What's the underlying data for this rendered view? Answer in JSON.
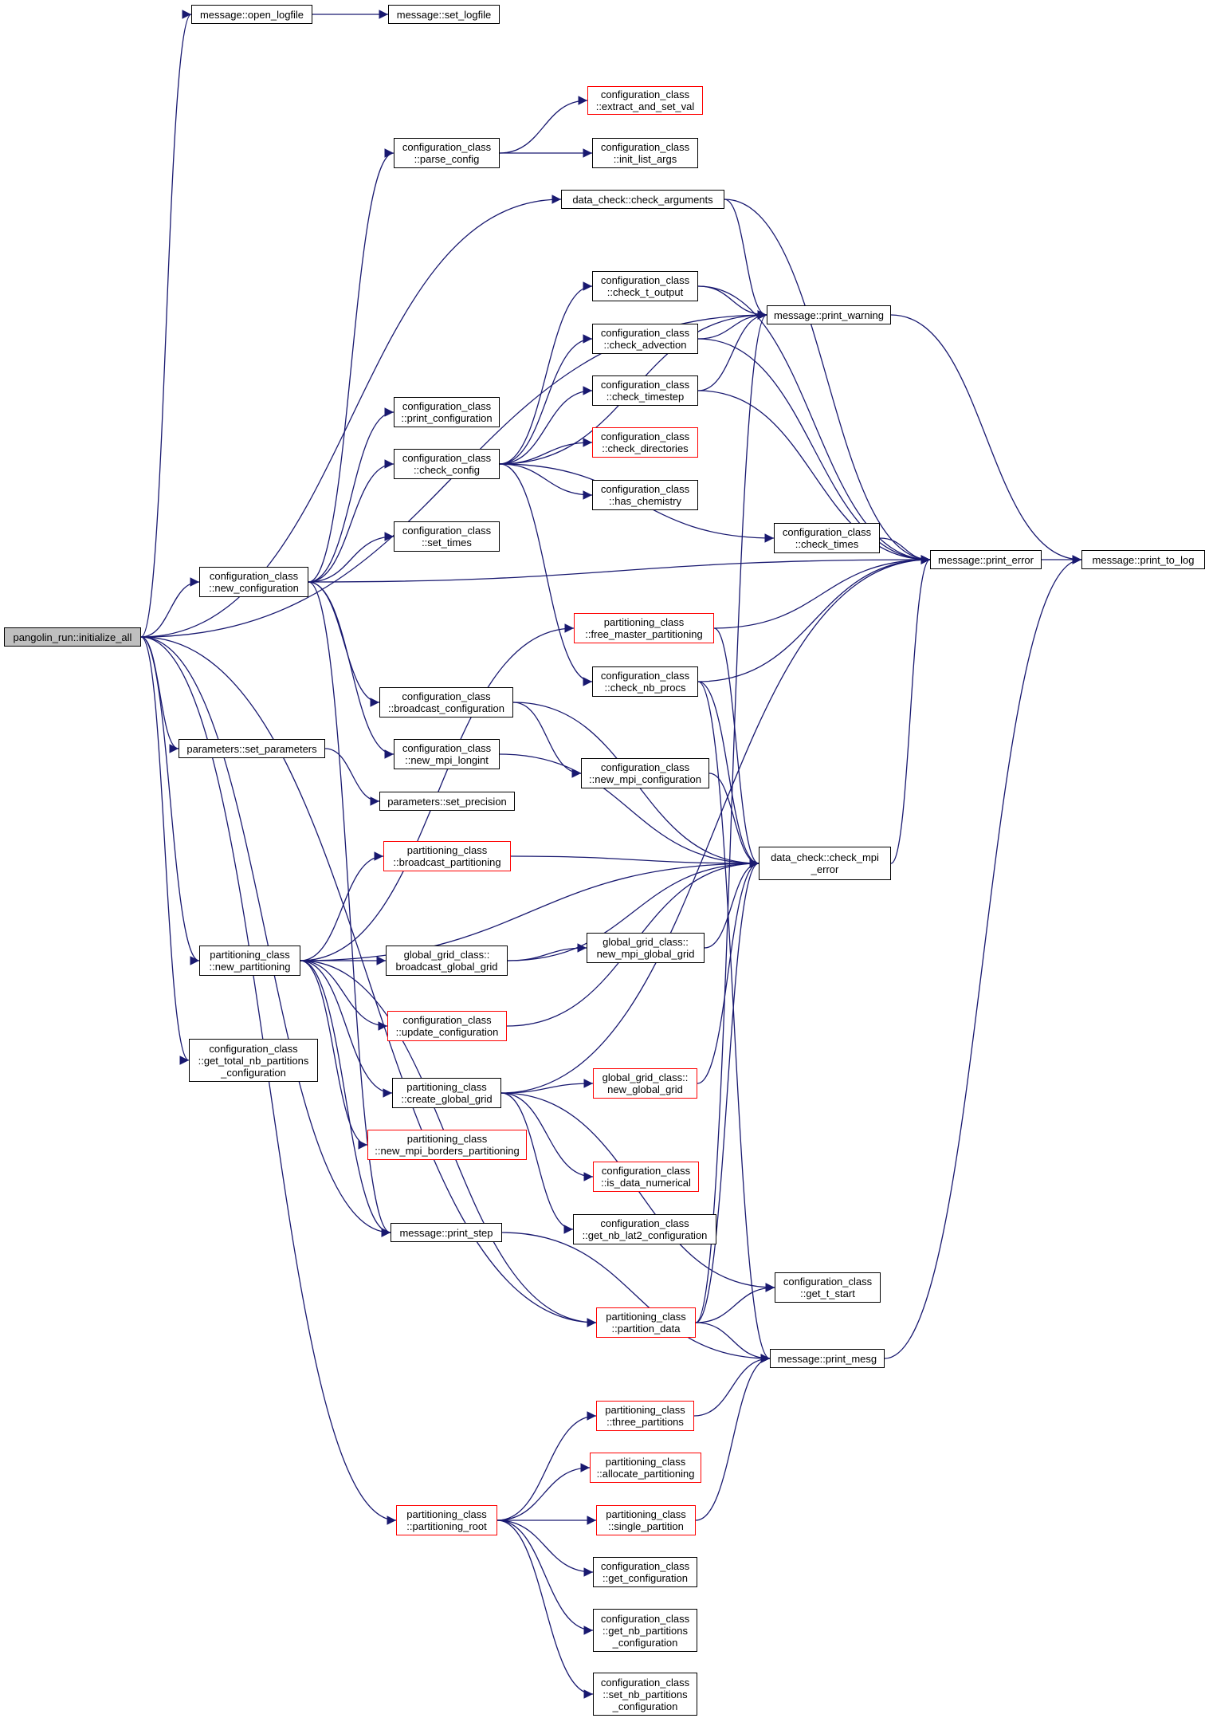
{
  "graph": {
    "colors": {
      "edge": "#191970",
      "node_border": "#000000",
      "incomplete_border": "#ff0000",
      "root_fill": "#bfbfbf"
    },
    "nodes": {
      "initialize_all": {
        "lines": [
          "pangolin_run::initialize_all"
        ],
        "style": "root"
      },
      "open_logfile": {
        "lines": [
          "message::open_logfile"
        ],
        "style": "normal"
      },
      "set_logfile": {
        "lines": [
          "message::set_logfile"
        ],
        "style": "normal"
      },
      "extract_and_set_val": {
        "lines": [
          "configuration_class",
          "::extract_and_set_val"
        ],
        "style": "incomplete"
      },
      "parse_config": {
        "lines": [
          "configuration_class",
          "::parse_config"
        ],
        "style": "normal"
      },
      "init_list_args": {
        "lines": [
          "configuration_class",
          "::init_list_args"
        ],
        "style": "normal"
      },
      "check_arguments": {
        "lines": [
          "data_check::check_arguments"
        ],
        "style": "normal"
      },
      "check_t_output": {
        "lines": [
          "configuration_class",
          "::check_t_output"
        ],
        "style": "normal"
      },
      "print_warning": {
        "lines": [
          "message::print_warning"
        ],
        "style": "normal"
      },
      "check_advection": {
        "lines": [
          "configuration_class",
          "::check_advection"
        ],
        "style": "normal"
      },
      "check_timestep": {
        "lines": [
          "configuration_class",
          "::check_timestep"
        ],
        "style": "normal"
      },
      "print_configuration": {
        "lines": [
          "configuration_class",
          "::print_configuration"
        ],
        "style": "normal"
      },
      "check_directories": {
        "lines": [
          "configuration_class",
          "::check_directories"
        ],
        "style": "incomplete"
      },
      "check_config": {
        "lines": [
          "configuration_class",
          "::check_config"
        ],
        "style": "normal"
      },
      "has_chemistry": {
        "lines": [
          "configuration_class",
          "::has_chemistry"
        ],
        "style": "normal"
      },
      "check_times": {
        "lines": [
          "configuration_class",
          "::check_times"
        ],
        "style": "normal"
      },
      "set_times": {
        "lines": [
          "configuration_class",
          "::set_times"
        ],
        "style": "normal"
      },
      "print_error": {
        "lines": [
          "message::print_error"
        ],
        "style": "normal"
      },
      "print_to_log": {
        "lines": [
          "message::print_to_log"
        ],
        "style": "normal"
      },
      "new_configuration": {
        "lines": [
          "configuration_class",
          "::new_configuration"
        ],
        "style": "normal"
      },
      "free_master_partitioning": {
        "lines": [
          "partitioning_class",
          "::free_master_partitioning"
        ],
        "style": "incomplete"
      },
      "check_nb_procs": {
        "lines": [
          "configuration_class",
          "::check_nb_procs"
        ],
        "style": "normal"
      },
      "broadcast_configuration": {
        "lines": [
          "configuration_class",
          "::broadcast_configuration"
        ],
        "style": "normal"
      },
      "set_parameters": {
        "lines": [
          "parameters::set_parameters"
        ],
        "style": "normal"
      },
      "new_mpi_longint": {
        "lines": [
          "configuration_class",
          "::new_mpi_longint"
        ],
        "style": "normal"
      },
      "new_mpi_configuration": {
        "lines": [
          "configuration_class",
          "::new_mpi_configuration"
        ],
        "style": "normal"
      },
      "set_precision": {
        "lines": [
          "parameters::set_precision"
        ],
        "style": "normal"
      },
      "broadcast_partitioning": {
        "lines": [
          "partitioning_class",
          "::broadcast_partitioning"
        ],
        "style": "incomplete"
      },
      "check_mpi_error": {
        "lines": [
          "data_check::check_mpi",
          "_error"
        ],
        "style": "normal"
      },
      "new_mpi_global_grid": {
        "lines": [
          "global_grid_class::",
          "new_mpi_global_grid"
        ],
        "style": "normal"
      },
      "new_partitioning": {
        "lines": [
          "partitioning_class",
          "::new_partitioning"
        ],
        "style": "normal"
      },
      "broadcast_global_grid": {
        "lines": [
          "global_grid_class::",
          "broadcast_global_grid"
        ],
        "style": "normal"
      },
      "update_configuration": {
        "lines": [
          "configuration_class",
          "::update_configuration"
        ],
        "style": "incomplete"
      },
      "get_total_nb_partitions": {
        "lines": [
          "configuration_class",
          "::get_total_nb_partitions",
          "_configuration"
        ],
        "style": "normal"
      },
      "new_global_grid": {
        "lines": [
          "global_grid_class::",
          "new_global_grid"
        ],
        "style": "incomplete"
      },
      "create_global_grid": {
        "lines": [
          "partitioning_class",
          "::create_global_grid"
        ],
        "style": "normal"
      },
      "new_mpi_borders_partitioning": {
        "lines": [
          "partitioning_class",
          "::new_mpi_borders_partitioning"
        ],
        "style": "incomplete"
      },
      "is_data_numerical": {
        "lines": [
          "configuration_class",
          "::is_data_numerical"
        ],
        "style": "incomplete"
      },
      "get_nb_lat2": {
        "lines": [
          "configuration_class",
          "::get_nb_lat2_configuration"
        ],
        "style": "normal"
      },
      "print_step": {
        "lines": [
          "message::print_step"
        ],
        "style": "normal"
      },
      "get_t_start": {
        "lines": [
          "configuration_class",
          "::get_t_start"
        ],
        "style": "normal"
      },
      "partition_data": {
        "lines": [
          "partitioning_class",
          "::partition_data"
        ],
        "style": "incomplete"
      },
      "print_mesg": {
        "lines": [
          "message::print_mesg"
        ],
        "style": "normal"
      },
      "three_partitions": {
        "lines": [
          "partitioning_class",
          "::three_partitions"
        ],
        "style": "incomplete"
      },
      "allocate_partitioning": {
        "lines": [
          "partitioning_class",
          "::allocate_partitioning"
        ],
        "style": "incomplete"
      },
      "partitioning_root": {
        "lines": [
          "partitioning_class",
          "::partitioning_root"
        ],
        "style": "incomplete"
      },
      "single_partition": {
        "lines": [
          "partitioning_class",
          "::single_partition"
        ],
        "style": "incomplete"
      },
      "get_configuration": {
        "lines": [
          "configuration_class",
          "::get_configuration"
        ],
        "style": "normal"
      },
      "get_nb_partitions": {
        "lines": [
          "configuration_class",
          "::get_nb_partitions",
          "_configuration"
        ],
        "style": "normal"
      },
      "set_nb_partitions": {
        "lines": [
          "configuration_class",
          "::set_nb_partitions",
          "_configuration"
        ],
        "style": "normal"
      }
    },
    "edges": [
      [
        "initialize_all",
        "open_logfile"
      ],
      [
        "open_logfile",
        "set_logfile"
      ],
      [
        "initialize_all",
        "print_warning"
      ],
      [
        "initialize_all",
        "check_arguments"
      ],
      [
        "initialize_all",
        "new_configuration"
      ],
      [
        "initialize_all",
        "set_parameters"
      ],
      [
        "initialize_all",
        "new_partitioning"
      ],
      [
        "initialize_all",
        "get_total_nb_partitions"
      ],
      [
        "initialize_all",
        "print_step"
      ],
      [
        "initialize_all",
        "partition_data"
      ],
      [
        "initialize_all",
        "partitioning_root"
      ],
      [
        "parse_config",
        "extract_and_set_val"
      ],
      [
        "parse_config",
        "init_list_args"
      ],
      [
        "check_arguments",
        "print_warning"
      ],
      [
        "check_arguments",
        "print_error"
      ],
      [
        "new_configuration",
        "parse_config"
      ],
      [
        "new_configuration",
        "print_configuration"
      ],
      [
        "new_configuration",
        "check_config"
      ],
      [
        "new_configuration",
        "set_times"
      ],
      [
        "new_configuration",
        "print_error"
      ],
      [
        "new_configuration",
        "broadcast_configuration"
      ],
      [
        "new_configuration",
        "new_mpi_longint"
      ],
      [
        "new_configuration",
        "print_step"
      ],
      [
        "check_config",
        "check_t_output"
      ],
      [
        "check_config",
        "check_advection"
      ],
      [
        "check_config",
        "check_timestep"
      ],
      [
        "check_config",
        "check_directories"
      ],
      [
        "check_config",
        "has_chemistry"
      ],
      [
        "check_config",
        "check_times"
      ],
      [
        "check_config",
        "check_nb_procs"
      ],
      [
        "check_config",
        "print_warning"
      ],
      [
        "check_t_output",
        "print_warning"
      ],
      [
        "check_t_output",
        "print_error"
      ],
      [
        "check_advection",
        "print_warning"
      ],
      [
        "check_advection",
        "print_error"
      ],
      [
        "check_timestep",
        "print_warning"
      ],
      [
        "check_timestep",
        "print_error"
      ],
      [
        "check_times",
        "print_error"
      ],
      [
        "print_warning",
        "print_to_log"
      ],
      [
        "print_error",
        "print_to_log"
      ],
      [
        "free_master_partitioning",
        "print_error"
      ],
      [
        "free_master_partitioning",
        "check_mpi_error"
      ],
      [
        "check_nb_procs",
        "print_error"
      ],
      [
        "check_nb_procs",
        "check_mpi_error"
      ],
      [
        "check_nb_procs",
        "print_mesg"
      ],
      [
        "broadcast_configuration",
        "new_mpi_configuration"
      ],
      [
        "broadcast_configuration",
        "check_mpi_error"
      ],
      [
        "set_parameters",
        "set_precision"
      ],
      [
        "new_mpi_longint",
        "check_mpi_error"
      ],
      [
        "new_mpi_configuration",
        "check_mpi_error"
      ],
      [
        "broadcast_partitioning",
        "check_mpi_error"
      ],
      [
        "check_mpi_error",
        "print_error"
      ],
      [
        "new_mpi_global_grid",
        "check_mpi_error"
      ],
      [
        "new_partitioning",
        "free_master_partitioning"
      ],
      [
        "new_partitioning",
        "broadcast_partitioning"
      ],
      [
        "new_partitioning",
        "check_mpi_error"
      ],
      [
        "new_partitioning",
        "broadcast_global_grid"
      ],
      [
        "new_partitioning",
        "update_configuration"
      ],
      [
        "new_partitioning",
        "create_global_grid"
      ],
      [
        "new_partitioning",
        "new_mpi_borders_partitioning"
      ],
      [
        "new_partitioning",
        "print_step"
      ],
      [
        "new_partitioning",
        "partition_data"
      ],
      [
        "broadcast_global_grid",
        "new_mpi_global_grid"
      ],
      [
        "broadcast_global_grid",
        "check_mpi_error"
      ],
      [
        "update_configuration",
        "check_mpi_error"
      ],
      [
        "create_global_grid",
        "new_global_grid"
      ],
      [
        "create_global_grid",
        "is_data_numerical"
      ],
      [
        "create_global_grid",
        "get_nb_lat2"
      ],
      [
        "create_global_grid",
        "get_t_start"
      ],
      [
        "create_global_grid",
        "print_error"
      ],
      [
        "new_global_grid",
        "check_mpi_error"
      ],
      [
        "print_step",
        "print_mesg"
      ],
      [
        "partition_data",
        "get_t_start"
      ],
      [
        "partition_data",
        "print_mesg"
      ],
      [
        "partition_data",
        "check_mpi_error"
      ],
      [
        "partition_data",
        "print_warning"
      ],
      [
        "print_mesg",
        "print_to_log"
      ],
      [
        "three_partitions",
        "print_mesg"
      ],
      [
        "single_partition",
        "print_mesg"
      ],
      [
        "partitioning_root",
        "three_partitions"
      ],
      [
        "partitioning_root",
        "allocate_partitioning"
      ],
      [
        "partitioning_root",
        "single_partition"
      ],
      [
        "partitioning_root",
        "get_configuration"
      ],
      [
        "partitioning_root",
        "get_nb_partitions"
      ],
      [
        "partitioning_root",
        "set_nb_partitions"
      ]
    ]
  }
}
